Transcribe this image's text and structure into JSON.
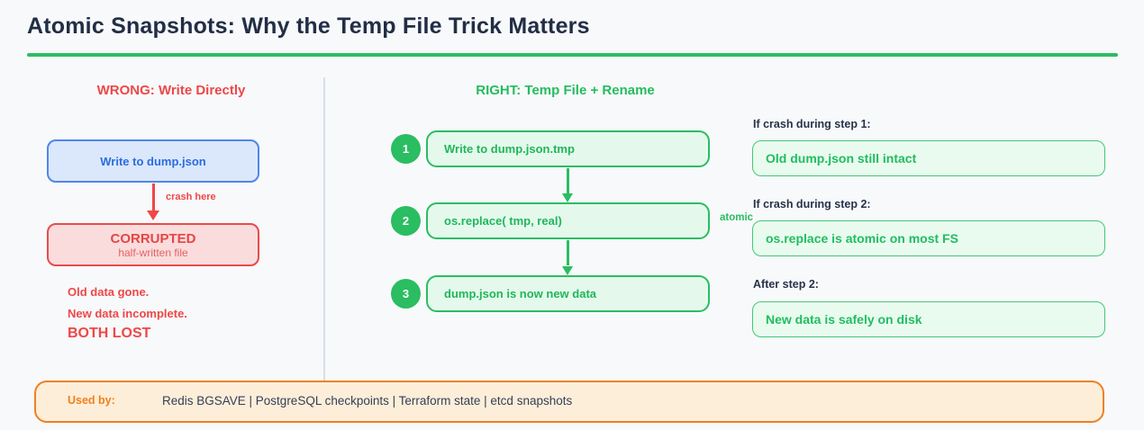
{
  "title": "Atomic Snapshots: Why the Temp File Trick Matters",
  "colors": {
    "accent_green": "#2abd62",
    "accent_red": "#ee4747",
    "accent_blue": "#4f87ea",
    "accent_orange": "#ee8121",
    "heading_dark": "#212e45"
  },
  "wrong": {
    "heading": "WRONG: Write Directly",
    "write_box": "Write to dump.json",
    "arrow_label": "crash here",
    "corrupted_title": "CORRUPTED",
    "corrupted_subtitle": "half-written file",
    "notes": [
      "Old data gone.",
      "New data incomplete.",
      "BOTH LOST"
    ]
  },
  "right": {
    "heading": "RIGHT: Temp File + Rename",
    "steps": [
      {
        "num": "1",
        "label": "Write to dump.json.tmp"
      },
      {
        "num": "2",
        "label": "os.replace( tmp, real)"
      },
      {
        "num": "3",
        "label": "dump.json is now new data"
      }
    ],
    "edge_label": "atomic"
  },
  "outcomes": [
    {
      "caption": "If crash during step 1:",
      "label": "Old dump.json still intact"
    },
    {
      "caption": "If crash during step 2:",
      "label": "os.replace is atomic on most FS"
    },
    {
      "caption": "After step 2:",
      "label": "New data is safely on disk"
    }
  ],
  "footer": {
    "label": "Used by:",
    "text": "Redis BGSAVE | PostgreSQL checkpoints | Terraform state | etcd snapshots"
  }
}
